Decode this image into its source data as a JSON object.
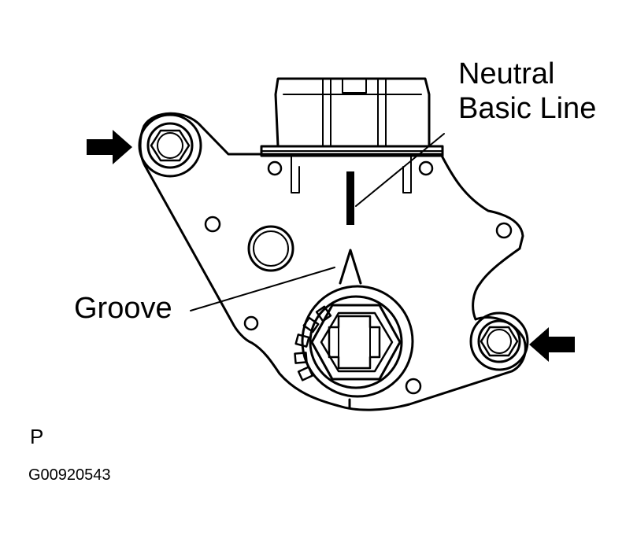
{
  "labels": {
    "neutral_basic_line": [
      "Neutral",
      "Basic Line"
    ],
    "groove": "Groove",
    "position": "P",
    "figure_id": "G00920543"
  },
  "colors": {
    "ink": "#000000",
    "paper": "#ffffff"
  }
}
